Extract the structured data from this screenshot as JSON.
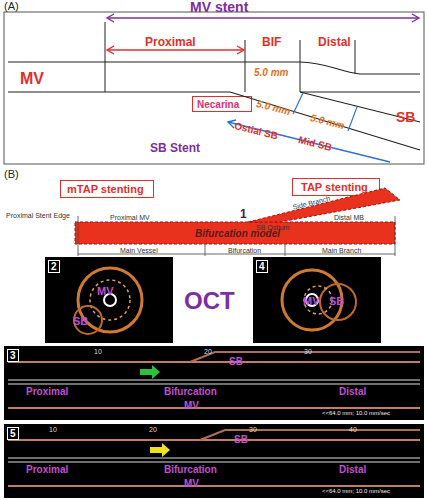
{
  "diagram": {
    "nodes": [
      {
        "text": [
          "Necarina"
        ]
      },
      {
        "text": [
          "mTAP stenting"
        ]
      },
      {
        "text": [
          "TAP stenting"
        ]
      },
      {
        "text": [
          "Bifurcation model"
        ]
      },
      {
        "text": [
          "2",
          "MV",
          "SB"
        ]
      },
      {
        "text": [
          "4",
          "MV",
          "SB"
        ]
      },
      {
        "text": [
          "3",
          "10",
          "20",
          "30",
          "SB",
          "Proximal",
          "Bifurcation",
          "Distal",
          "MV",
          "<<64.0 mm; 10.0 mm/sec"
        ]
      },
      {
        "text": [
          "5",
          "10",
          "20",
          "30",
          "40",
          "SB",
          "Proximal",
          "Bifurcation",
          "Distal",
          "MV",
          "<<64.0 mm; 10.0 mm/sec"
        ]
      }
    ],
    "labels": [
      "(A)",
      "MV stent",
      "Proximal",
      "BIF",
      "Distal",
      "MV",
      "5.0 mm",
      "5.0 mm",
      "5.0 mm",
      "Ostial SB",
      "Mid SB",
      "SB",
      "SB Stent",
      "(B)",
      "1",
      "Proximal Stent Edge",
      "Proximal MV",
      "Side Branch",
      "SB Ostium",
      "Distal MB",
      "Main Vessel",
      "Bifurcation",
      "Main Branch",
      "OCT"
    ]
  }
}
